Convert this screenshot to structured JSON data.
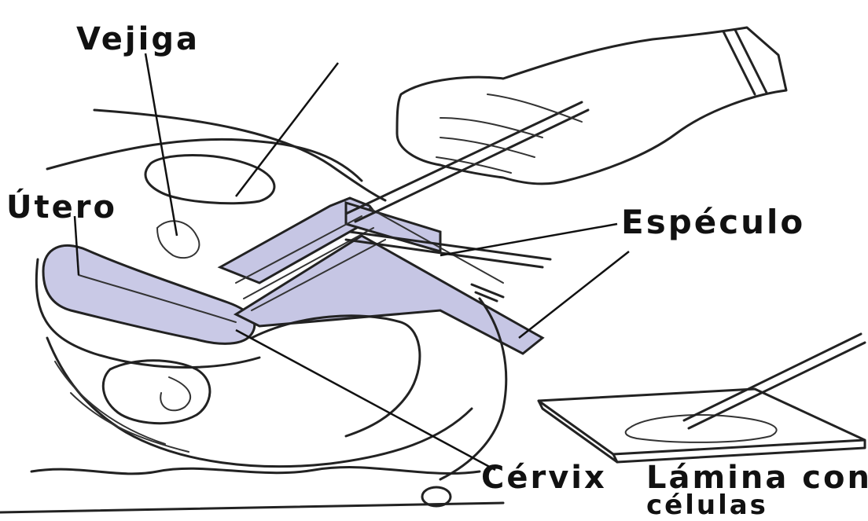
{
  "labels": {
    "vejiga": "Vejiga",
    "utero": "Útero",
    "especulo": "Espéculo",
    "cervix": "Cérvix",
    "lamina_line1": "Lámina con",
    "lamina_line2": "células"
  },
  "colors": {
    "organ_fill": "#c9c9e6",
    "speculum_fill": "#c6c6e4",
    "ink": "#222222"
  }
}
